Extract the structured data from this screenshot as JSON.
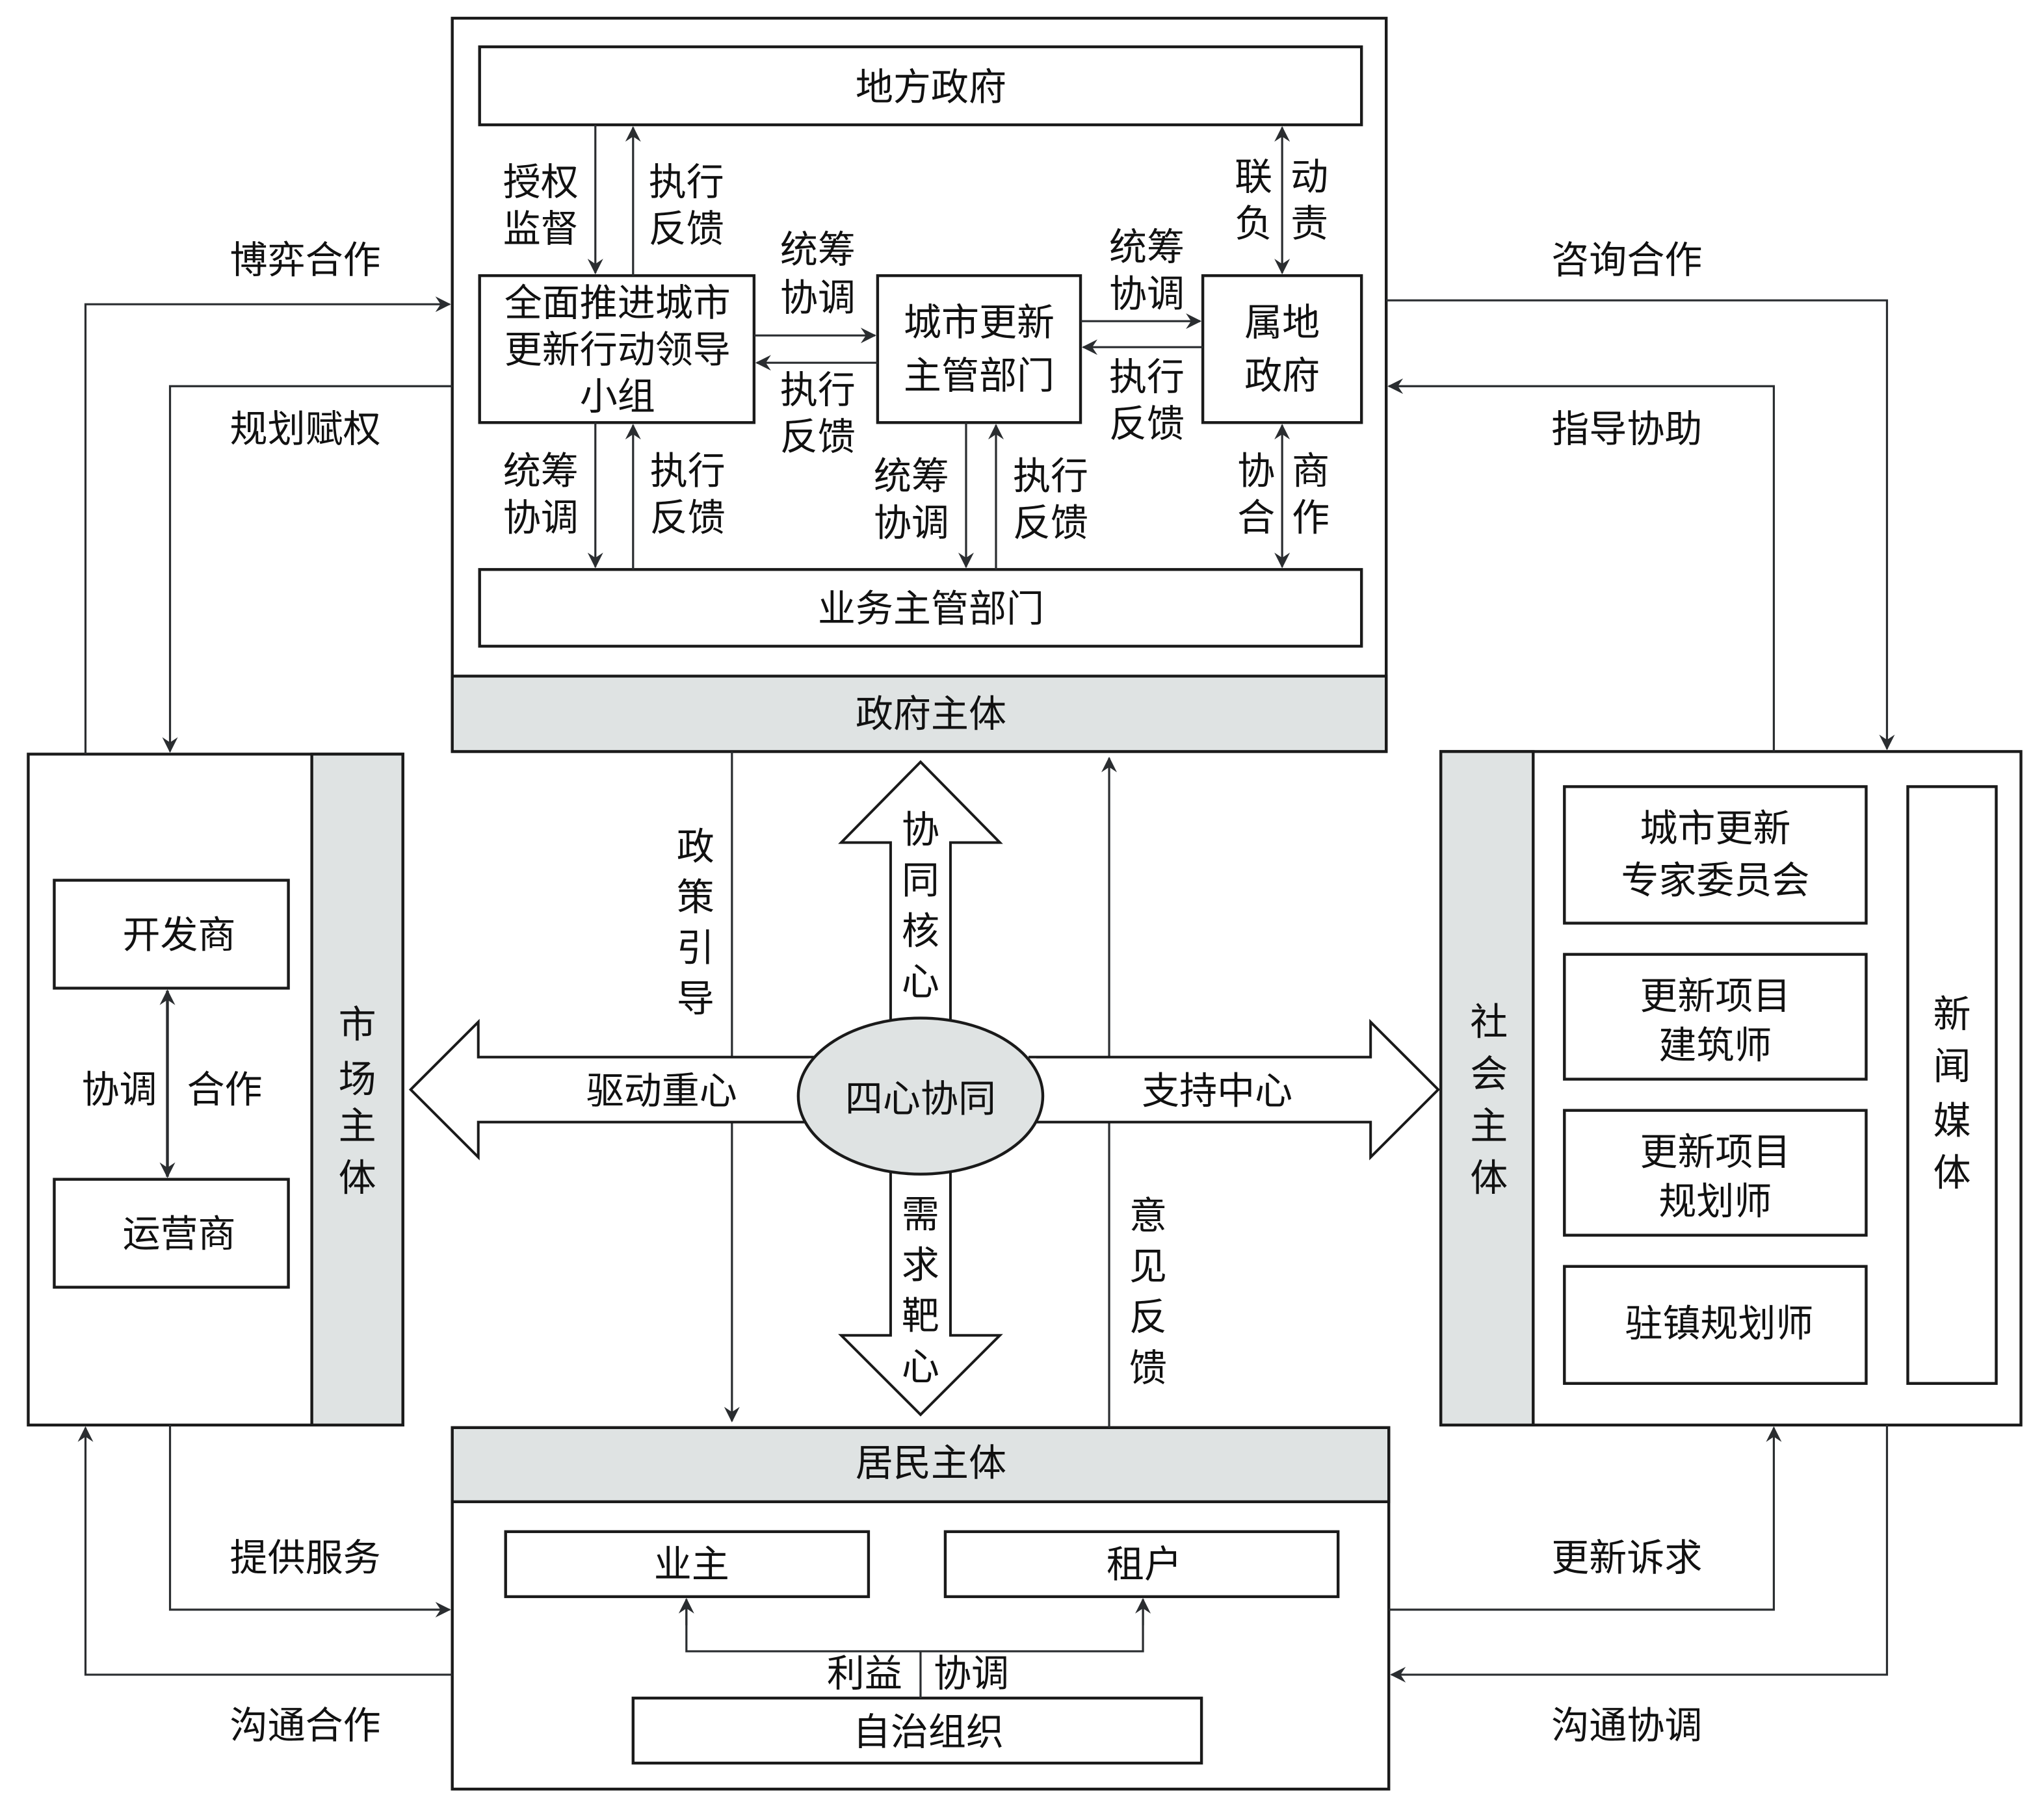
{
  "colors": {
    "band_fill": "#dfe3e3",
    "line": "#2a2d30",
    "stroke": "#1a1a1a"
  },
  "government": {
    "title": "政府主体",
    "local_gov": "地方政府",
    "leading_group": [
      "全面推进城市",
      "更新行动领导",
      "小组"
    ],
    "urban_renewal_dept": [
      "城市更新",
      "主管部门"
    ],
    "territorial_gov": [
      "属地",
      "政府"
    ],
    "business_dept": "业务主管部门",
    "labels": {
      "auth_supervise": [
        "授权",
        "监督"
      ],
      "exec_feedback_top": [
        "执行",
        "反馈"
      ],
      "linkage": [
        "联",
        "负"
      ],
      "responsibility": [
        "动",
        "责"
      ],
      "coord_1": [
        "统筹",
        "协调"
      ],
      "feedback_1": [
        "执行",
        "反馈"
      ],
      "coord_2": [
        "统筹",
        "协调"
      ],
      "feedback_2": [
        "执行",
        "反馈"
      ],
      "coord_3": [
        "统筹",
        "协调"
      ],
      "feedback_3": [
        "执行",
        "反馈"
      ],
      "coord_4": [
        "统筹",
        "协调"
      ],
      "feedback_4": [
        "执行",
        "反馈"
      ],
      "negotiate_left": [
        "协",
        "合"
      ],
      "negotiate_right": [
        "商",
        "作"
      ]
    }
  },
  "market": {
    "title": [
      "市",
      "场",
      "主",
      "体"
    ],
    "developer": "开发商",
    "operator": "运营商",
    "coordinate": "协调",
    "cooperate": "合作"
  },
  "society": {
    "title": [
      "社",
      "会",
      "主",
      "体"
    ],
    "expert_committee": [
      "城市更新",
      "专家委员会"
    ],
    "architect": [
      "更新项目",
      "建筑师"
    ],
    "planner": [
      "更新项目",
      "规划师"
    ],
    "town_planner": "驻镇规划师",
    "news_media": [
      "新",
      "闻",
      "媒",
      "体"
    ]
  },
  "residents": {
    "title": "居民主体",
    "owner": "业主",
    "tenant": "租户",
    "self_org": "自治组织",
    "interest": "利益",
    "coordinate": "协调"
  },
  "center": {
    "label": "四心协同",
    "up": [
      "协",
      "同",
      "核",
      "心"
    ],
    "down": [
      "需",
      "求",
      "靶",
      "心"
    ],
    "left": "驱动重心",
    "right": "支持中心",
    "policy_guide": [
      "政",
      "策",
      "引",
      "导"
    ],
    "opinion_feedback": [
      "意",
      "见",
      "反",
      "馈"
    ]
  },
  "outer_links": {
    "game_coop": "博弈合作",
    "planning_empower": "规划赋权",
    "consult_coop": "咨询合作",
    "guide_assist": "指导协助",
    "provide_service": "提供服务",
    "communicate_coop": "沟通合作",
    "renewal_demand": "更新诉求",
    "communicate_coord": "沟通协调"
  }
}
